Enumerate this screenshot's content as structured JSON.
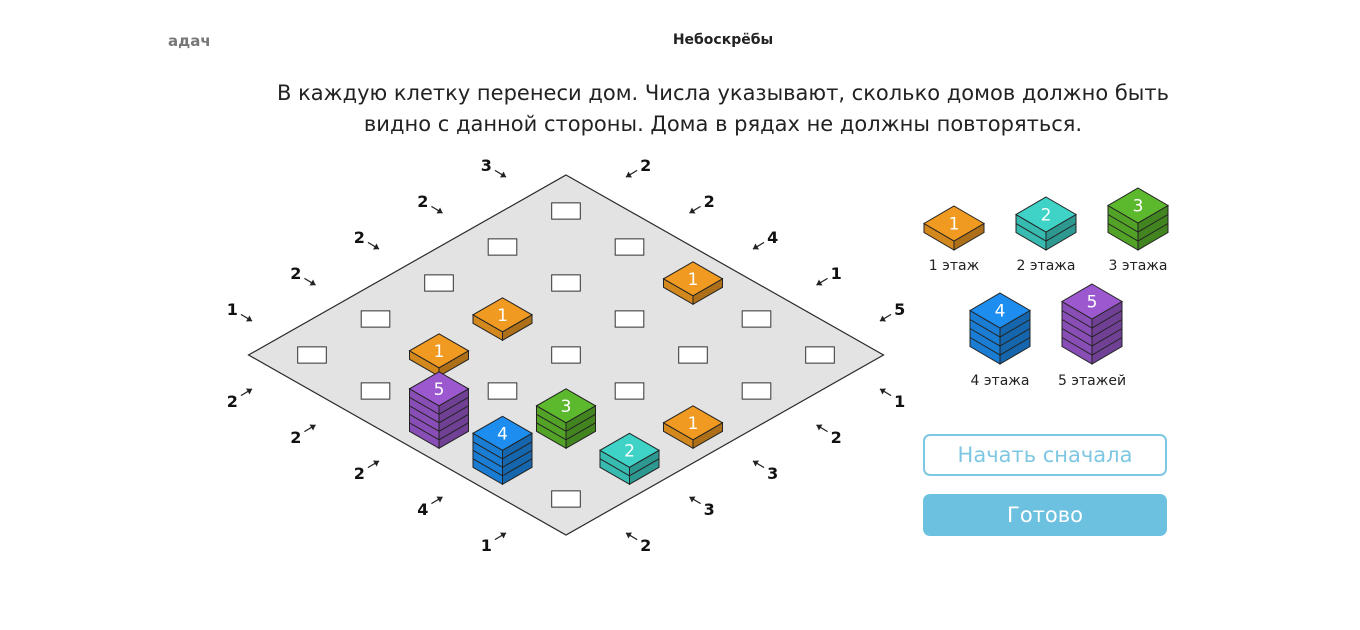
{
  "header": {
    "brand": "адач",
    "title": "Небоскрёбы"
  },
  "instruction": "В каждую клетку перенеси дом. Числа указывают, сколько домов должно быть видно с данной стороны. Дома в рядах не должны повторяться.",
  "grid": {
    "size": 5,
    "cells": [
      [
        null,
        null,
        1,
        null,
        null
      ],
      [
        null,
        null,
        null,
        null,
        null
      ],
      [
        null,
        1,
        null,
        null,
        1
      ],
      [
        null,
        1,
        null,
        3,
        2
      ],
      [
        null,
        null,
        5,
        4,
        null
      ]
    ]
  },
  "clues": {
    "top_left": [
      1,
      2,
      2,
      2,
      3
    ],
    "top_right": [
      2,
      2,
      4,
      1,
      5
    ],
    "bottom_left": [
      2,
      2,
      2,
      4,
      1
    ],
    "bottom_right": [
      2,
      3,
      3,
      2,
      1
    ]
  },
  "legend": [
    {
      "height": 1,
      "label": "1 этаж",
      "color": "#f09a22"
    },
    {
      "height": 2,
      "label": "2 этажа",
      "color": "#3fd3c8"
    },
    {
      "height": 3,
      "label": "3 этажа",
      "color": "#5cb82c"
    },
    {
      "height": 4,
      "label": "4 этажа",
      "color": "#1d8ef0"
    },
    {
      "height": 5,
      "label": "5 этажей",
      "color": "#9c59cf"
    }
  ],
  "buttons": {
    "restart": "Начать сначала",
    "done": "Готово"
  }
}
